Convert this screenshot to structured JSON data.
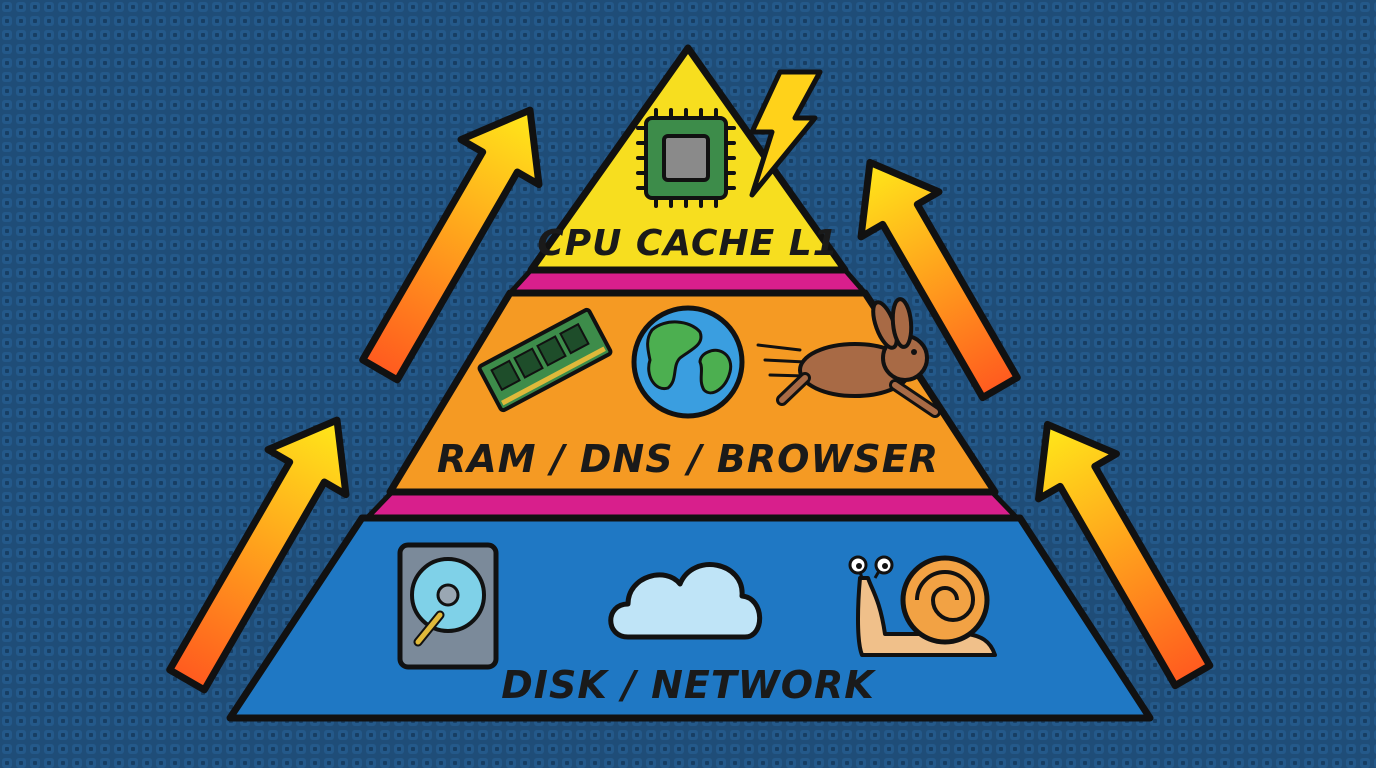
{
  "diagram": {
    "tiers": [
      {
        "id": "top",
        "label": "CPU CACHE L1",
        "fill": "#f7de1f",
        "icons": [
          "cpu-chip-icon",
          "lightning-bolt-icon"
        ]
      },
      {
        "id": "middle",
        "label": "RAM / DNS / BROWSER",
        "fill": "#f59a23",
        "icons": [
          "ram-stick-icon",
          "globe-icon",
          "running-rabbit-icon"
        ]
      },
      {
        "id": "bottom",
        "label": "DISK / NETWORK",
        "fill": "#1f78c4",
        "icons": [
          "hard-disk-icon",
          "cloud-icon",
          "snail-icon"
        ]
      }
    ],
    "colors": {
      "background": "#1f4d78",
      "separator": "#d81f8c",
      "arrow_start": "#ff5a1f",
      "arrow_end": "#ffe81a",
      "outline": "#111111"
    }
  }
}
